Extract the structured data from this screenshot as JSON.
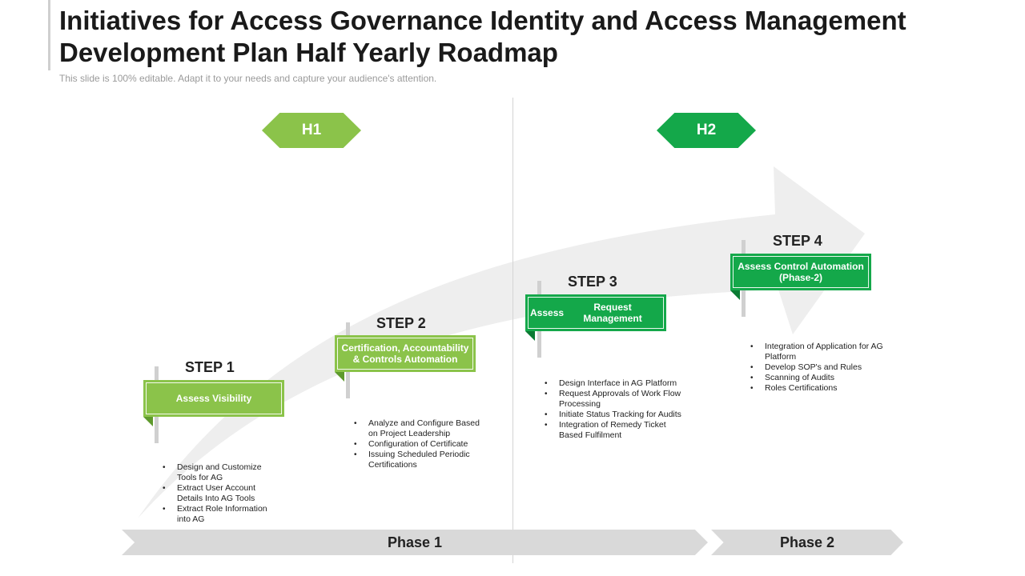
{
  "header": {
    "title": "Initiatives for Access Governance Identity and Access Management Development Plan Half Yearly Roadmap",
    "subtitle": "This slide is 100% editable. Adapt it to your needs and capture your audience's attention."
  },
  "halves": [
    {
      "label": "H1",
      "color": "#8bc34a"
    },
    {
      "label": "H2",
      "color": "#14a84a"
    }
  ],
  "steps": [
    {
      "title": "STEP 1",
      "box": "Assess Visibility",
      "color": "#8bc34a",
      "items": [
        "Design and Customize Tools for AG",
        "Extract User Account Details Into AG Tools",
        "Extract Role Information into AG"
      ]
    },
    {
      "title": "STEP 2",
      "box": "Certification, Accountability & Controls Automation",
      "color": "#8bc34a",
      "items": [
        "Analyze and Configure Based on Project Leadership",
        "Configuration of Certificate",
        "Issuing Scheduled Periodic Certifications"
      ]
    },
    {
      "title": "STEP 3",
      "box_line1": "Assess",
      "box_line2": "Request Management",
      "color": "#14a84a",
      "items": [
        "Design Interface in AG Platform",
        "Request Approvals of Work Flow Processing",
        "Initiate Status Tracking for Audits",
        "Integration of Remedy Ticket Based Fulfilment"
      ]
    },
    {
      "title": "STEP 4",
      "box": "Assess Control Automation (Phase-2)",
      "color": "#14a84a",
      "items": [
        "Integration of Application for AG Platform",
        "Develop SOP's and Rules",
        "Scanning of Audits",
        "Roles Certifications"
      ]
    }
  ],
  "phases": [
    "Phase 1",
    "Phase 2"
  ]
}
